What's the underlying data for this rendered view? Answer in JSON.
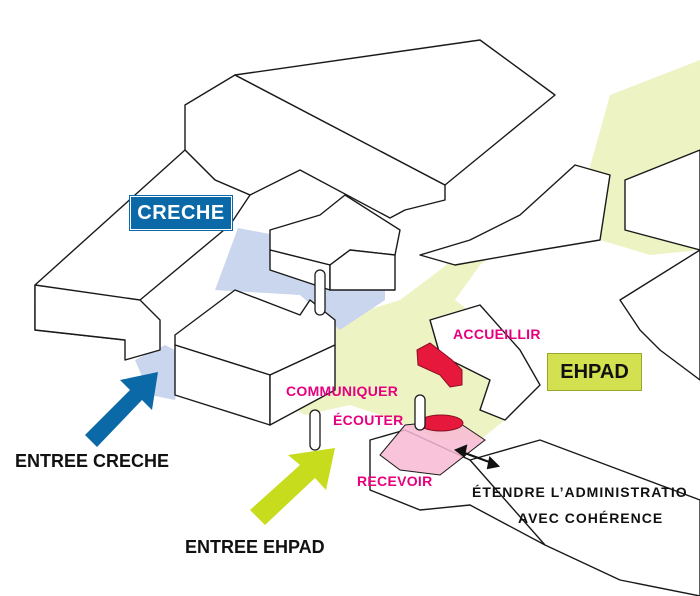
{
  "zones": {
    "creche": "CRECHE",
    "ehpad": "EHPAD"
  },
  "actions": {
    "accueillir": "ACCUEILLIR",
    "communiquer": "COMMUNIQUER",
    "ecouter": "ÉCOUTER",
    "recevoir": "RECEVOIR"
  },
  "entrances": {
    "creche": "ENTREE CRECHE",
    "ehpad": "ENTREE EHPAD"
  },
  "extension_note": {
    "line1": "ÉTENDRE L’ADMINISTRATIO",
    "line2": "AVEC COHÉRENCE"
  },
  "colors": {
    "creche_blue": "#0b69a8",
    "ehpad_lime": "#d3e04f",
    "accent_pink": "#e6007e",
    "arrow_green": "#c8dc1e"
  }
}
